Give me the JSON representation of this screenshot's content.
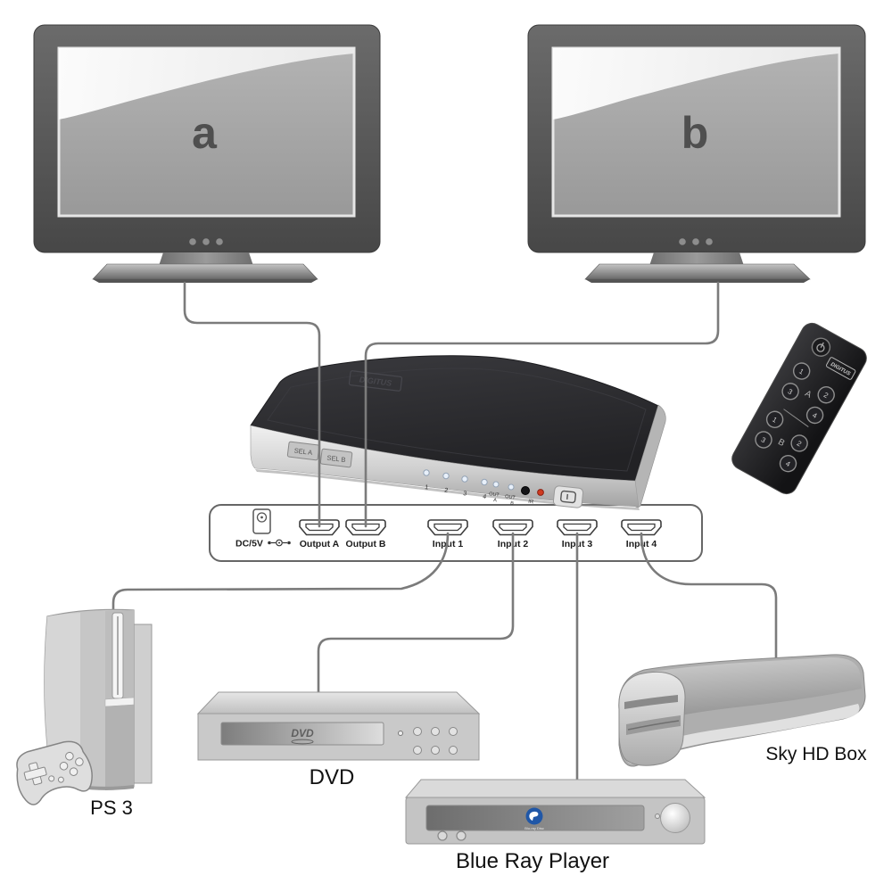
{
  "monitors": [
    {
      "label": "a"
    },
    {
      "label": "b"
    }
  ],
  "switch": {
    "brand": "DIGITUS",
    "sel_buttons": [
      "SEL A",
      "SEL B"
    ],
    "input_leds": [
      "1",
      "2",
      "3",
      "4"
    ],
    "output_leds": [
      {
        "line1": "OUT",
        "line2": "A"
      },
      {
        "line1": "OUT",
        "line2": "B"
      }
    ],
    "ir_label": "IR"
  },
  "rear_panel": {
    "power_label": "DC/5V",
    "ports": [
      {
        "label": "Output A"
      },
      {
        "label": "Output B"
      },
      {
        "label": "Input 1"
      },
      {
        "label": "Input 2"
      },
      {
        "label": "Input 3"
      },
      {
        "label": "Input 4"
      }
    ]
  },
  "remote": {
    "brand": "DIGITUS",
    "groups": [
      {
        "label": "A",
        "buttons": [
          "1",
          "2",
          "3",
          "4"
        ]
      },
      {
        "label": "B",
        "buttons": [
          "1",
          "2",
          "3",
          "4"
        ]
      }
    ]
  },
  "devices": {
    "ps3": {
      "label": "PS 3"
    },
    "dvd": {
      "label": "DVD",
      "logo_text": "DVD"
    },
    "bluray": {
      "label": "Blue Ray Player",
      "logo_text": "Blu-ray Disc"
    },
    "sky": {
      "label": "Sky HD Box"
    }
  },
  "colors": {
    "cable": "#7b7b7b",
    "switch_top": "#2b2b2e",
    "led_on": "#e8f0fa",
    "power_led": "#cf3a1f",
    "bluray_blue": "#2057a7"
  }
}
